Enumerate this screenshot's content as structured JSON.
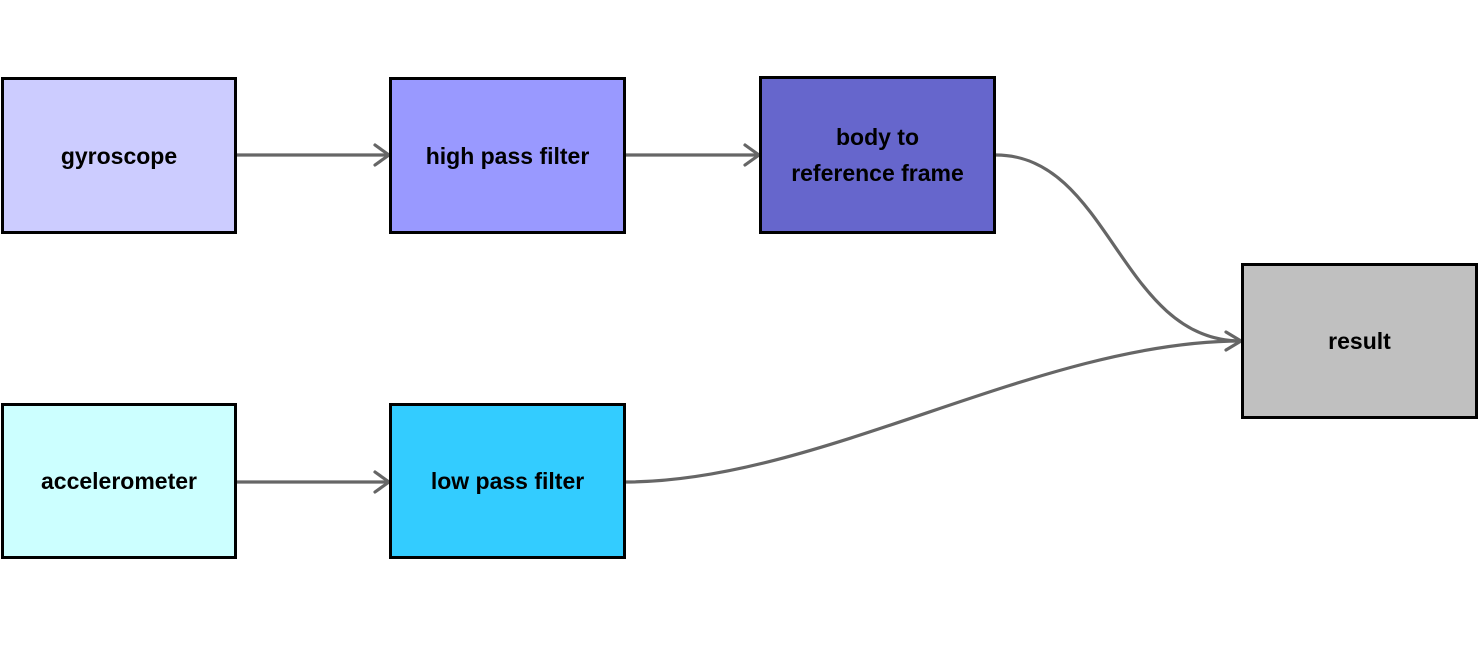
{
  "diagram": {
    "nodes": [
      {
        "id": "gyro",
        "label": "gyroscope",
        "fill": "#ccccff"
      },
      {
        "id": "hpf",
        "label": "high pass filter",
        "fill": "#9999ff"
      },
      {
        "id": "body",
        "label": "body to\nreference frame",
        "fill": "#6666cc"
      },
      {
        "id": "acc",
        "label": "accelerometer",
        "fill": "#ccffff"
      },
      {
        "id": "lpf",
        "label": "low pass filter",
        "fill": "#33ccff"
      },
      {
        "id": "result",
        "label": "result",
        "fill": "#c0c0c0"
      }
    ],
    "edges": [
      {
        "from": "gyro",
        "to": "hpf"
      },
      {
        "from": "hpf",
        "to": "body"
      },
      {
        "from": "acc",
        "to": "lpf"
      },
      {
        "from": "body",
        "to": "result"
      },
      {
        "from": "lpf",
        "to": "result"
      }
    ],
    "colors": {
      "edge": "#666666",
      "border": "#000000",
      "text": "#000000"
    }
  }
}
